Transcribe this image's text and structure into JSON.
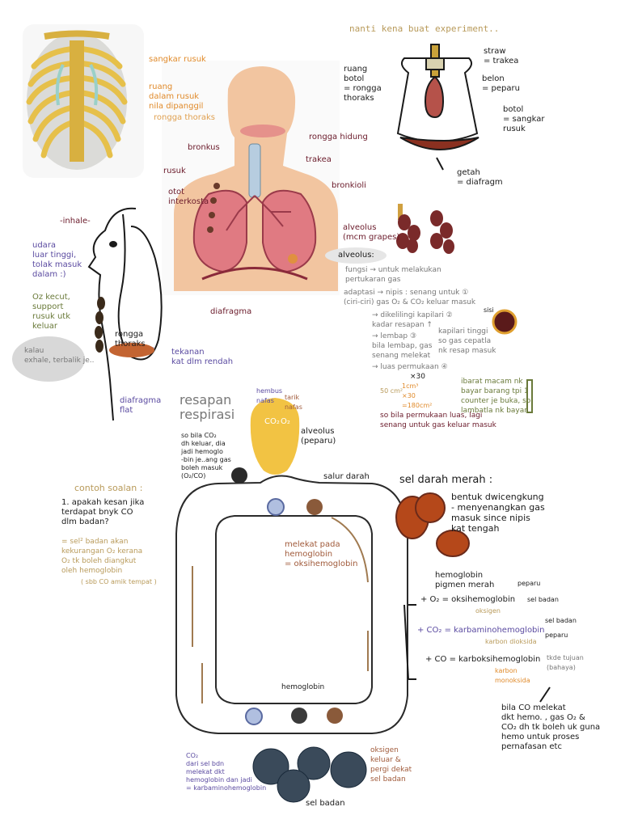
{
  "header_note": "nanti kena buat experiment..",
  "ribcage": {
    "sangkar": "sangkar rusuk",
    "ruang": "ruang\ndalam rusuk\nnila dipanggil",
    "rongga": "rongga thoraks"
  },
  "torso": {
    "rongga_hidung": "rongga hidung",
    "bronkus": "bronkus",
    "trakea": "trakea",
    "rusuk": "rusuk",
    "bronkioli": "bronkioli",
    "otot": "otot\ninterkosta",
    "alveolus": "alveolus\n(mcm grapes)",
    "diafragma": "diafragma"
  },
  "experiment": {
    "straw": "straw\n= trakea",
    "ruang": "ruang\nbotol\n= rongga\nthoraks",
    "belon": "belon\n= peparu",
    "botol": "botol\n= sangkar\nrusuk",
    "getah": "getah\n= diafragm"
  },
  "inhale": {
    "title": "-inhale-",
    "udara": "udara\nluar tinggi,\ntolak masuk\ndalam :)",
    "oz": "Oz kecut,\nsupport\nrusuk utk\nkeluar",
    "rongga": "rongga\nthoraks",
    "tekanan": "tekanan\nkat dlm rendah",
    "kalau": "kalau\nexhale, terbalik je..",
    "diafragma": "diafragma\nflat"
  },
  "alveolus_notes": {
    "title": "alveolus:",
    "fungsi": "fungsi → untuk melakukan\npertukaran gas",
    "adaptasi": "adaptasi → nipis : senang untuk ①\n(ciri-ciri)  gas O₂ & CO₂ keluar masuk",
    "dikelilingi": "→ dikelilingi kapilari ②\nkadar resapan ↑",
    "lembap": "→ lembap ③\nbila lembap, gas\nsenang melekat",
    "kapilari": "kapilari tinggi\nso gas cepatla\nnk resap masuk",
    "luas": "→ luas permukaan ④",
    "sisi": "sisi",
    "ibarat": "ibarat macam nk\nbayar barang tpi 1\ncounter je buka, so\nlambatla nk bayar",
    "cube1": "50 cm²",
    "cube2": "1cm³\n×30\n=180cm²",
    "x30": "×30",
    "so_bila": "so bila permukaan luas, lagi\nsenang untuk gas keluar masuk"
  },
  "resapan": {
    "title": "resapan\nrespirasi",
    "hembus": "hembus\nnafas",
    "tarik": "tarik\nnafas",
    "alveolus": "alveolus\n(peparu)",
    "so_bila": "so bila CO₂\ndh keluar, dia\njadi hemoglo\n-bin je..ang gas\nboleh masuk\n(O₂/CO)",
    "salur": "salur darah",
    "melekat": "melekat pada\nhemoglobin\n= oksihemoglobin",
    "hemoglobin": "hemoglobin",
    "co2_label": "CO₂\ndari sel bdn\nmelekat dkt\nhemoglobin dan jadi\n= karbaminohemoglobin",
    "oksigen": "oksigen\nkeluar &\npergi dekat\nsel badan",
    "sel_badan": "sel badan",
    "co2": "CO₂",
    "o2": "O₂"
  },
  "contoh": {
    "title": "contoh soalan :",
    "q": "1. apakah kesan jika\nterdapat bnyk CO\ndlm badan?",
    "a": "= sel² badan akan\nkekurangan O₂ kerana\nO₂ tk boleh diangkut\noleh hemoglobin",
    "sub": "( sbb CO amik tempat )"
  },
  "sel_darah": {
    "title": "sel darah merah :",
    "bentuk": "bentuk dwicengkung\n- menyenangkan gas\nmasuk since nipis\nkat tengah",
    "hemo": "hemoglobin\npigmen merah",
    "o2": "+ O₂ = oksihemoglobin",
    "o2_sub": "oksigen",
    "peparu": "peparu",
    "sel_badan": "sel badan",
    "co2": "+ CO₂ = karbaminohemoglobin",
    "co2_sub": "karbon dioksida",
    "sel_badan2": "sel badan",
    "peparu2": "peparu",
    "co": "+ CO = karboksihemoglobin",
    "co_sub": "karbon\nmonoksida",
    "tkde": "tkde tujuan\n(bahaya)",
    "bila": "bila CO melekat\ndkt hemo. , gas O₂ &\nCO₂ dh tk boleh uk guna\nhemo untuk proses\npernafasan etc"
  }
}
